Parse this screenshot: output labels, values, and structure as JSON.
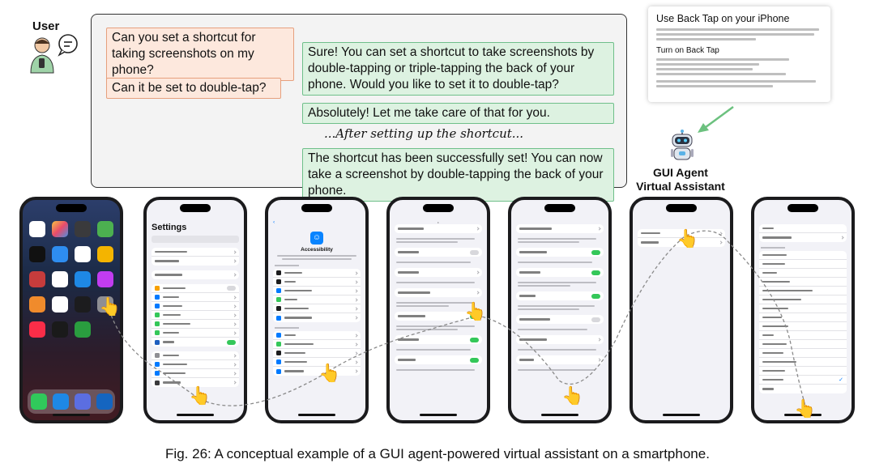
{
  "user": {
    "label": "User"
  },
  "chat": {
    "user_messages": [
      "Can you set a shortcut for taking screenshots on my phone?",
      "Can it be set to double-tap?"
    ],
    "agent_messages": [
      "Sure! You can set a shortcut to take screenshots by double-tapping or triple-tapping the back of your phone. Would you like to set it to double-tap?",
      "Absolutely! Let me take care of that for you.",
      "The shortcut has been successfully set! You can now take a screenshot by double-tapping the back of your phone."
    ],
    "after_note": "...After setting up the shortcut..."
  },
  "webpage": {
    "title": "Use Back Tap on your iPhone",
    "subtitle": "Turn on Back Tap"
  },
  "agent": {
    "line1": "GUI Agent",
    "line2": "Virtual Assistant"
  },
  "phones": {
    "settings_title": "Settings",
    "accessibility_title": "Accessibility"
  },
  "colors": {
    "user_bubble": "#fde8dd",
    "agent_bubble": "#ddf2e1",
    "ios_blue": "#007aff",
    "ios_green": "#34c759"
  },
  "caption": "Fig. 26: A conceptual example of a GUI agent-powered virtual assistant on a smartphone."
}
